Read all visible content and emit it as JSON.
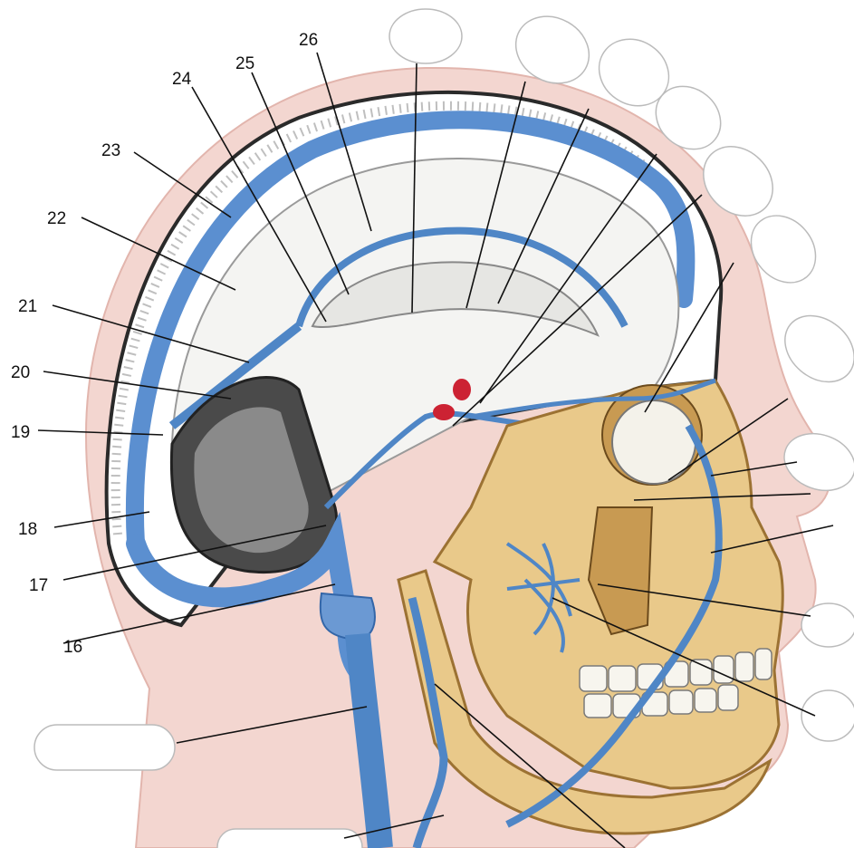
{
  "labels": {
    "l16": "16",
    "l17": "17",
    "l18": "18",
    "l19": "19",
    "l20": "20",
    "l21": "21",
    "l22": "22",
    "l23": "23",
    "l24": "24",
    "l25": "25",
    "l26": "26"
  },
  "colors": {
    "skin": "#f3d6d0",
    "bone": "#e9c98a",
    "bone_dark": "#c89a52",
    "brain": "#f4f4f2",
    "brain_shadow": "#bdbdbd",
    "vein": "#4f86c6",
    "vein_dark": "#3366a8",
    "sinus": "#5b8fd0",
    "cavity": "#2b2b2b",
    "red_body": "#cc2233",
    "blank_box": "#ffffff"
  },
  "blank_answer_boxes": [
    "",
    "",
    "",
    "",
    "",
    "",
    "",
    "",
    "",
    "",
    "",
    ""
  ]
}
